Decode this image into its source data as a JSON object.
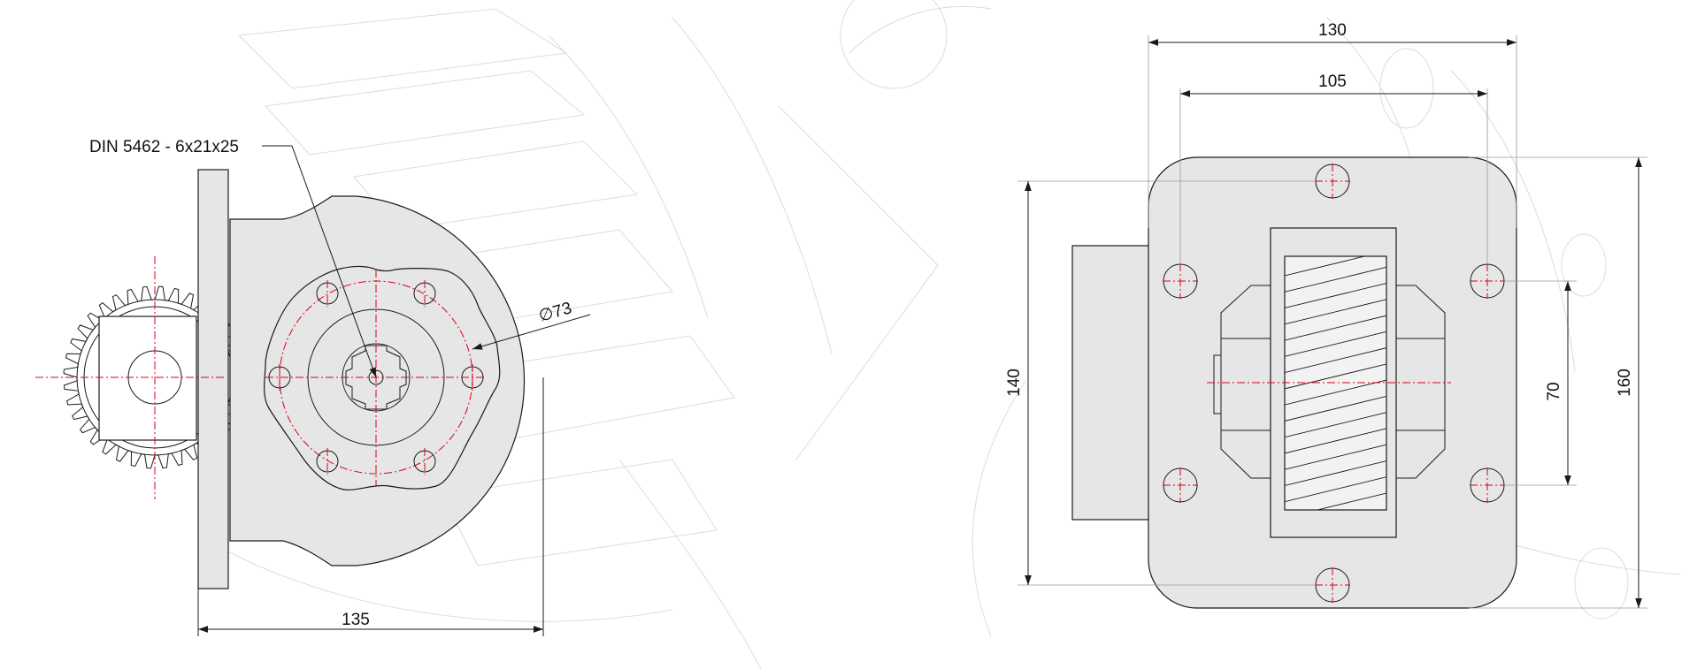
{
  "side_view": {
    "spline_label": "DIN 5462 - 6x21x25",
    "pitch_diameter_label": "∅73",
    "width_dim_label": "135"
  },
  "front_view": {
    "outer_width_label": "130",
    "bolt_spacing_x_label": "105",
    "bolt_spacing_y_label": "140",
    "inner_spacing_label": "70",
    "outer_height_label": "160"
  },
  "colors": {
    "outline": "#1a1a1a",
    "body_fill": "#e6e6e6",
    "centerline": "#d9001b",
    "background_sketch": "#dcdcdc"
  }
}
